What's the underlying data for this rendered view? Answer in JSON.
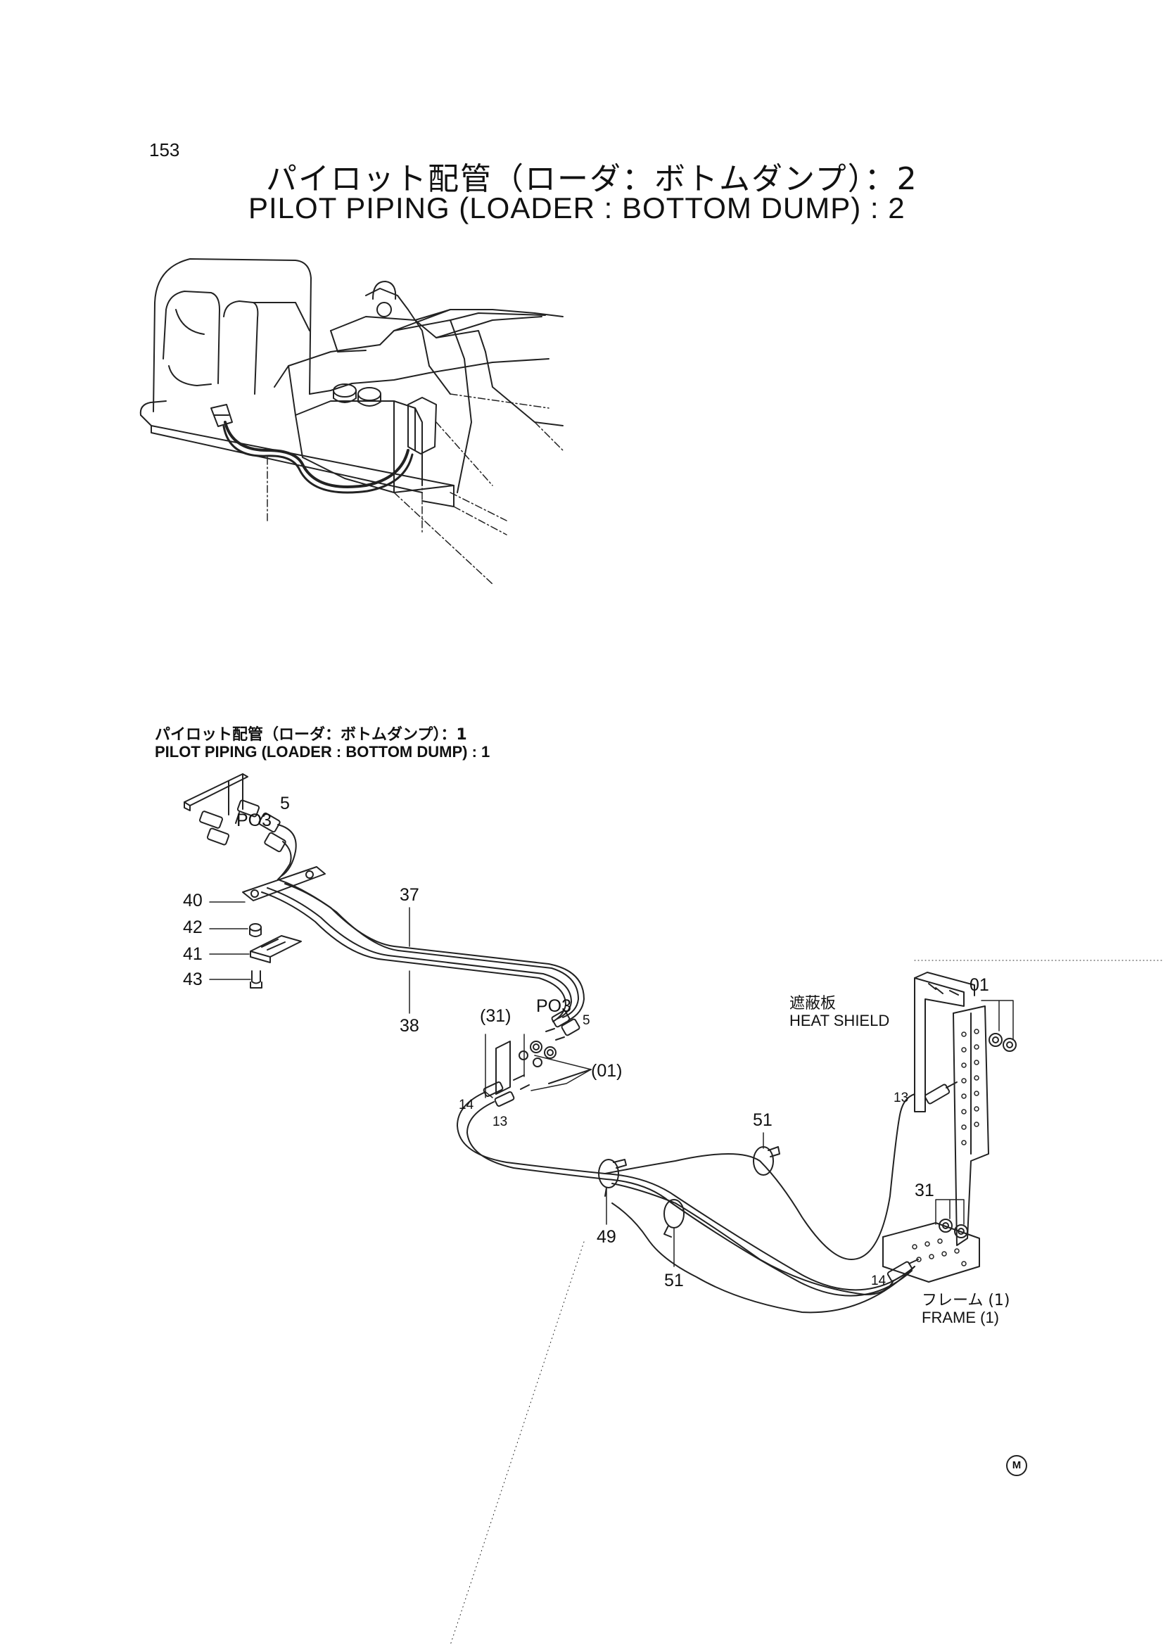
{
  "page_number": "153",
  "title_jp": "パイロット配管（ローダ：ボトムダンプ）：2",
  "title_en": "PILOT PIPING (LOADER : BOTTOM DUMP) : 2",
  "subref_jp": "パイロット配管（ローダ：ボトムダンプ）：1",
  "subref_en": "PILOT PIPING (LOADER : BOTTOM DUMP) : 1",
  "callouts": {
    "c5a": "5",
    "po3a": "PO3",
    "c40": "40",
    "c42": "42",
    "c41": "41",
    "c43": "43",
    "c37": "37",
    "c38": "38",
    "c31p": "(31)",
    "po3b": "PO3",
    "c5b": "5",
    "c01p": "(01)",
    "c14a": "14",
    "c13a": "13",
    "c49": "49",
    "c51a": "51",
    "c51b": "51",
    "c01": "01",
    "c13b": "13",
    "c31": "31",
    "c14b": "14"
  },
  "heat_shield": {
    "jp": "遮蔽板",
    "en": "HEAT SHIELD"
  },
  "frame": {
    "jp": "フレーム (1)",
    "en": "FRAME (1)"
  },
  "mark": "M"
}
